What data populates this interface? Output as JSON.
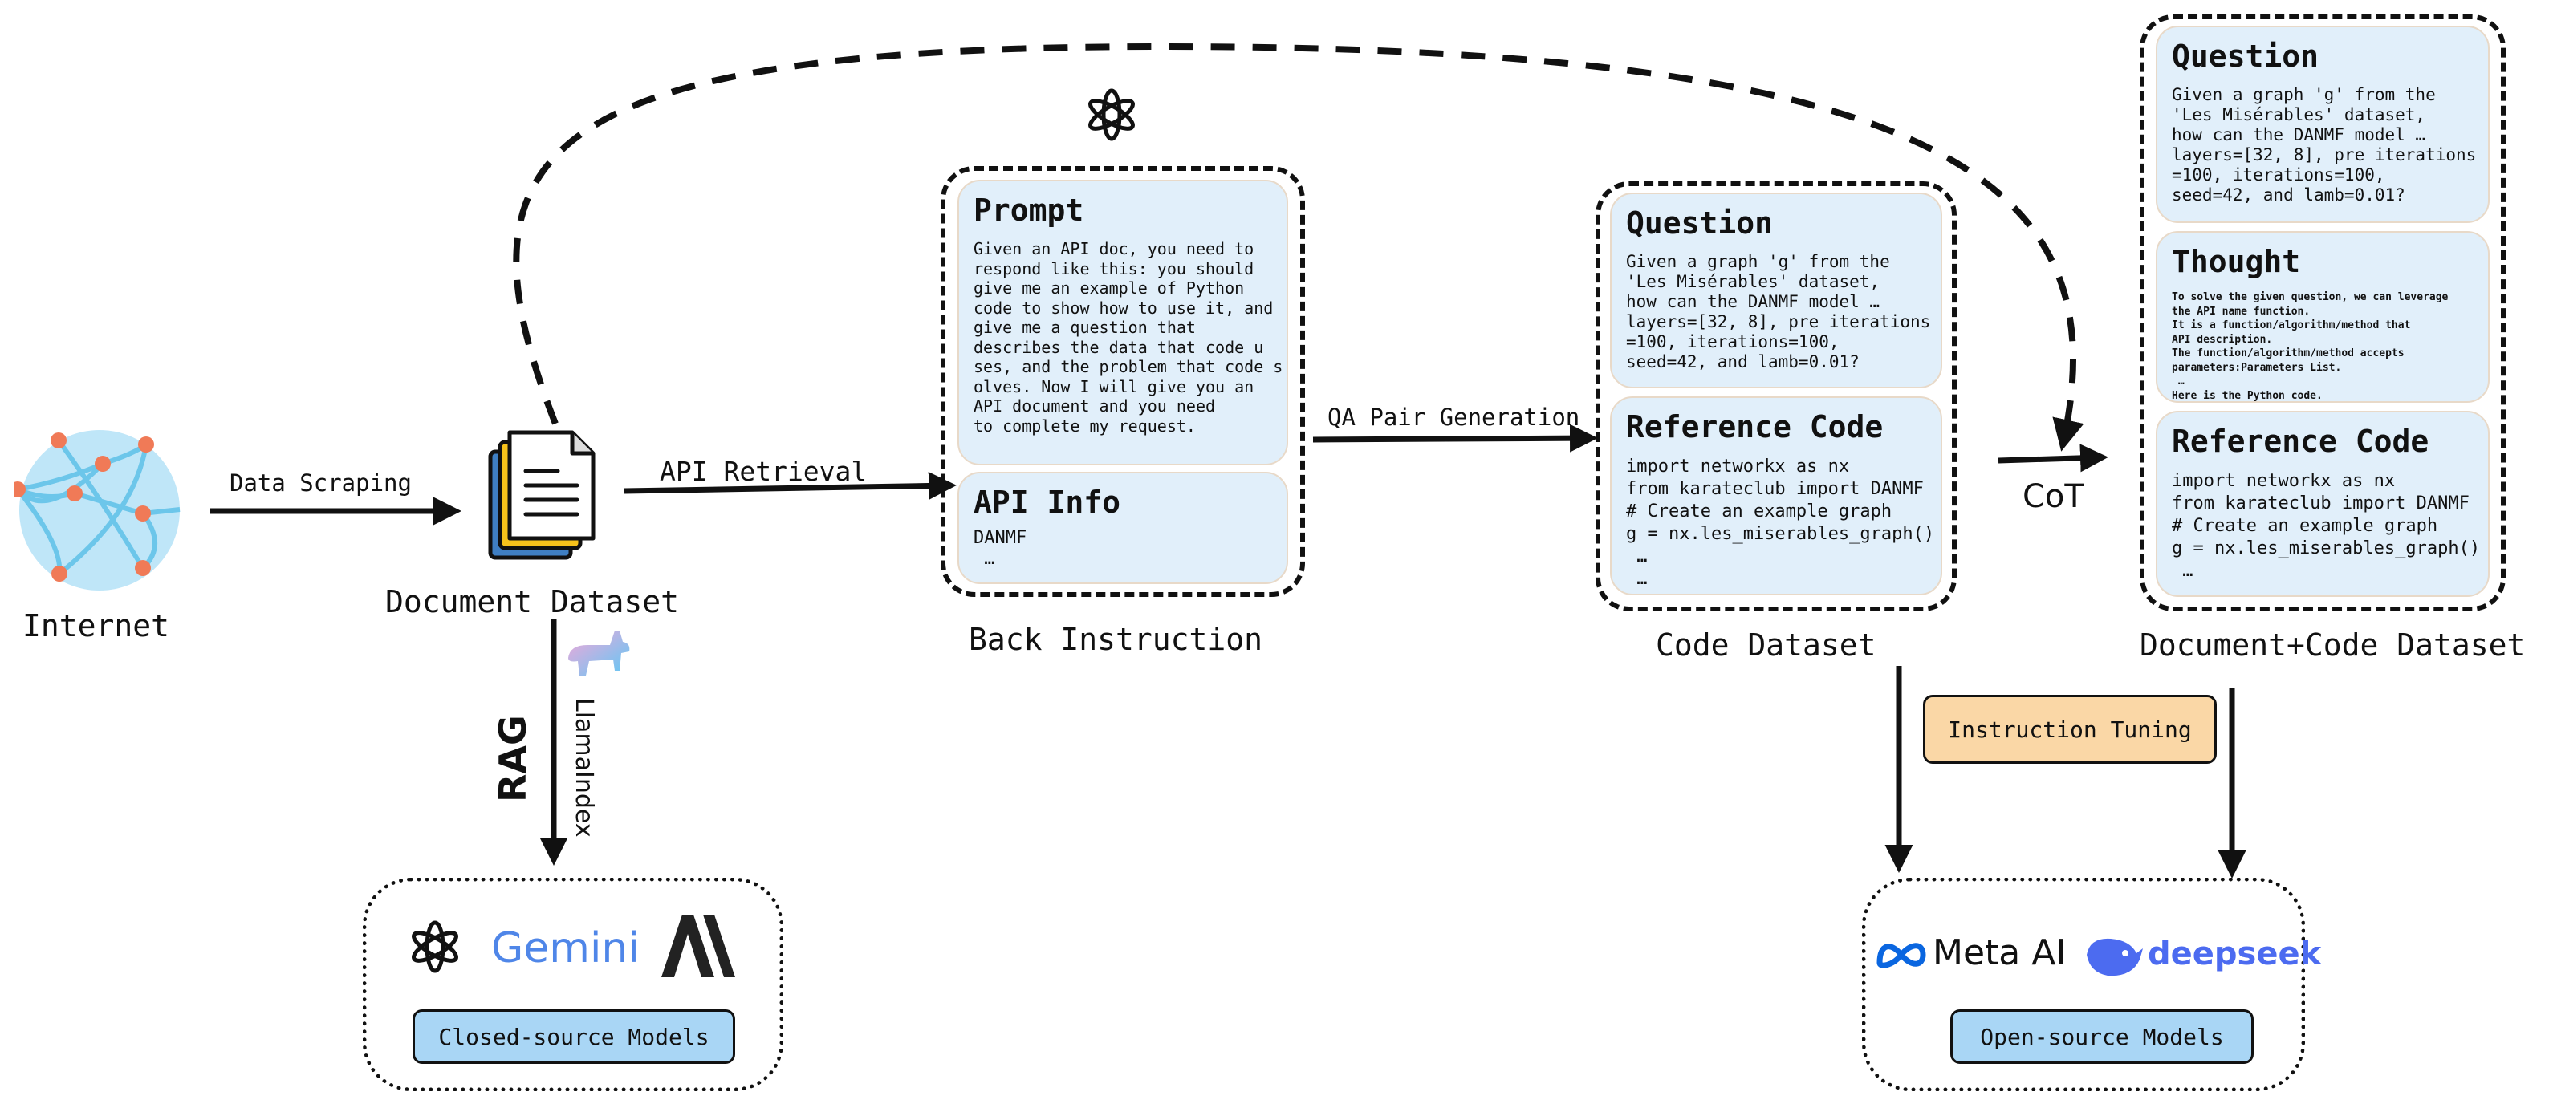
{
  "nodes": {
    "internet": "Internet",
    "document_dataset": "Document Dataset",
    "back_instruction": "Back Instruction",
    "code_dataset": "Code Dataset",
    "doc_code_dataset": "Document+Code Dataset"
  },
  "edges": {
    "data_scraping": "Data Scraping",
    "api_retrieval": "API Retrieval",
    "qa_pair_generation": "QA Pair Generation",
    "cot": "CoT",
    "rag": "RAG",
    "llamaindex": "LlamaIndex",
    "instruction_tuning": "Instruction Tuning"
  },
  "back_instruction": {
    "prompt_title": "Prompt",
    "prompt_body": "Given an API doc, you need to\nrespond like this: you should\ngive me an example of Python\ncode to show how to use it, and\ngive me a question that\ndescribes the data that code u\nses, and the problem that code s\nolves. Now I will give you an\nAPI document and you need\nto complete my request.",
    "api_info_title": "API Info",
    "api_info_body": "DANMF\n …"
  },
  "code_dataset": {
    "question_title": "Question",
    "question_body": "Given a graph 'g' from the\n'Les Misérables' dataset,\nhow can the DANMF model …\nlayers=[32, 8], pre_iterations\n=100, iterations=100,\nseed=42, and lamb=0.01?",
    "code_title": "Reference Code",
    "code_body": "import networkx as nx\nfrom karateclub import DANMF\n# Create an example graph\ng = nx.les_miserables_graph()\n …\n …"
  },
  "doc_code_dataset": {
    "question_title": "Question",
    "question_body": "Given a graph 'g' from the\n'Les Misérables' dataset,\nhow can the DANMF model …\nlayers=[32, 8], pre_iterations\n=100, iterations=100,\nseed=42, and lamb=0.01?",
    "thought_title": "Thought",
    "thought_body": "To solve the given question, we can leverage\nthe API name function.\nIt is a function/algorithm/method that\nAPI description.\nThe function/algorithm/method accepts\nparameters:Parameters List.\n …\nHere is the Python code.",
    "code_title": "Reference Code",
    "code_body": "import networkx as nx\nfrom karateclub import DANMF\n# Create an example graph\ng = nx.les_miserables_graph()\n …\n …"
  },
  "closed_models": {
    "label": "Closed-source Models",
    "gemini": "Gemini"
  },
  "open_models": {
    "label": "Open-source Models",
    "meta": "Meta AI",
    "deepseek": "deepseek"
  },
  "colors": {
    "card_fill": "#e1effa",
    "pill_blue": "#a9d6f5",
    "pill_orange": "#fad7a6",
    "globe": "#bfe6f8",
    "globe_line": "#6cc6ea",
    "globe_node": "#f07a57",
    "doc_yellow": "#f6c21b",
    "doc_blue": "#3f7fc3",
    "gemini_blue": "#4f86e8",
    "meta_blue": "#0a66e0",
    "deepseek_blue": "#4c6bf0"
  }
}
